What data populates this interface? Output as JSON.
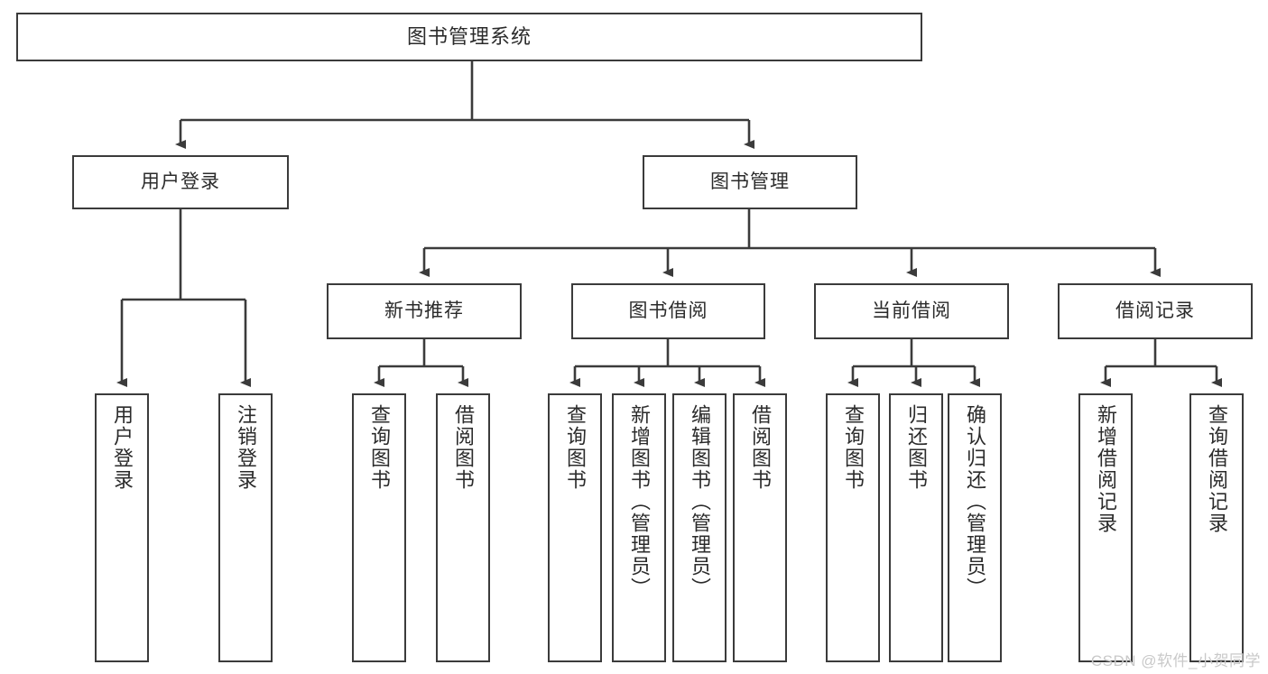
{
  "diagram": {
    "title": "图书管理系统",
    "watermark": "CSDN @软件_小贺同学",
    "line_color": "#3b3b3b",
    "box_fill": "#ffffff",
    "text_color": "#2b2b2b"
  },
  "nodes": {
    "root": {
      "label": "图书管理系统"
    },
    "level2": [
      {
        "label": "用户登录"
      },
      {
        "label": "图书管理"
      }
    ],
    "level3": [
      {
        "label": "新书推荐"
      },
      {
        "label": "图书借阅"
      },
      {
        "label": "当前借阅"
      },
      {
        "label": "借阅记录"
      }
    ],
    "leaves": {
      "user_login": [
        {
          "label": "用户登录"
        },
        {
          "label": "注销登录"
        }
      ],
      "new_book_recommend": [
        {
          "label": "查询图书"
        },
        {
          "label": "借阅图书"
        }
      ],
      "book_borrow": [
        {
          "label": "查询图书"
        },
        {
          "label": "新增图书（管理员）"
        },
        {
          "label": "编辑图书（管理员）"
        },
        {
          "label": "借阅图书"
        }
      ],
      "current_borrow": [
        {
          "label": "查询图书"
        },
        {
          "label": "归还图书"
        },
        {
          "label": "确认归还（管理员）"
        }
      ],
      "borrow_record": [
        {
          "label": "新增借阅记录"
        },
        {
          "label": "查询借阅记录"
        }
      ]
    }
  }
}
